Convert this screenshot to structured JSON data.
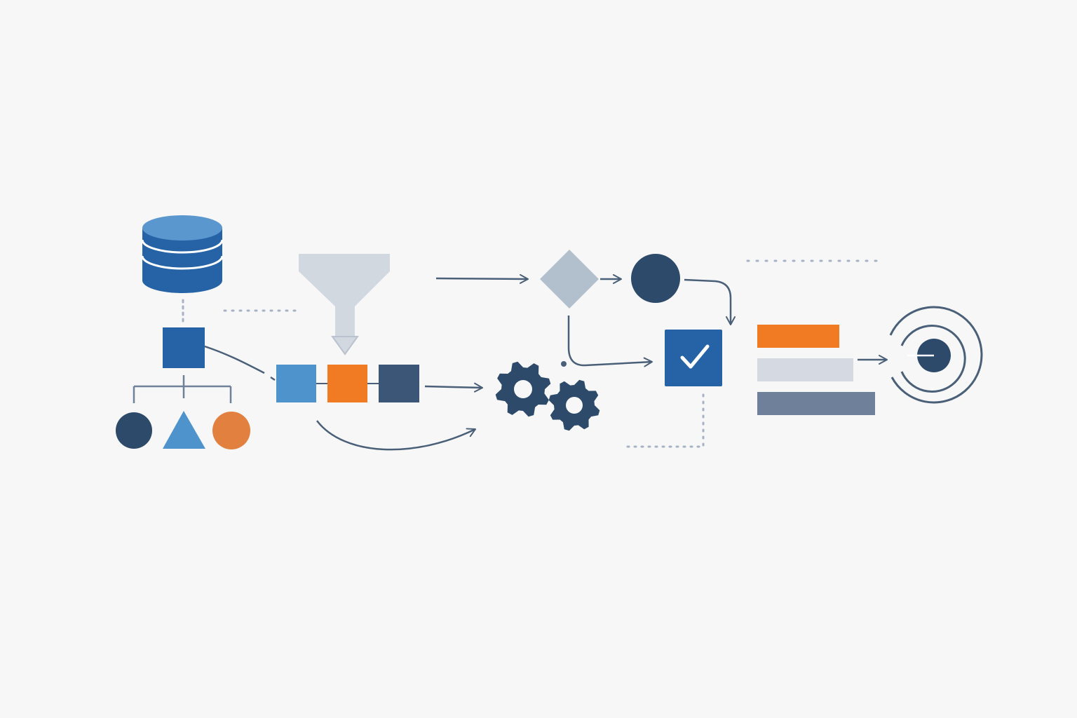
{
  "diagram": {
    "title": "",
    "description_text": "",
    "stages": [
      {
        "name": "database",
        "icon": "database-icon"
      },
      {
        "name": "entity",
        "icon": "square-node-icon"
      },
      {
        "name": "categories",
        "icons": [
          "circle-icon",
          "triangle-icon",
          "circle-icon"
        ]
      },
      {
        "name": "filter",
        "icon": "funnel-icon"
      },
      {
        "name": "queue",
        "icons": [
          "square-icon",
          "square-icon",
          "square-icon"
        ]
      },
      {
        "name": "processing",
        "icon": "gears-icon"
      },
      {
        "name": "decision",
        "icon": "diamond-icon"
      },
      {
        "name": "node",
        "icon": "circle-icon"
      },
      {
        "name": "validation",
        "icon": "check-icon"
      },
      {
        "name": "ranking",
        "icon": "bar-list-icon"
      },
      {
        "name": "goal",
        "icon": "target-icon"
      }
    ]
  },
  "colors": {
    "background": "#f7f7f7",
    "brand_blue": "#2563a6",
    "light_blue": "#4f93cd",
    "db_top": "#5b97cf",
    "navy": "#2e4a6a",
    "orange": "#f07b22",
    "orange_soft": "#e2813f",
    "slate": "#6f819a",
    "diamond_gray": "#b2bfcc",
    "funnel_gray": "#d2d8e0",
    "bar_light": "#d5dae2",
    "line": "#4a5f78",
    "dot": "#a7b3c4",
    "white": "#ffffff"
  }
}
